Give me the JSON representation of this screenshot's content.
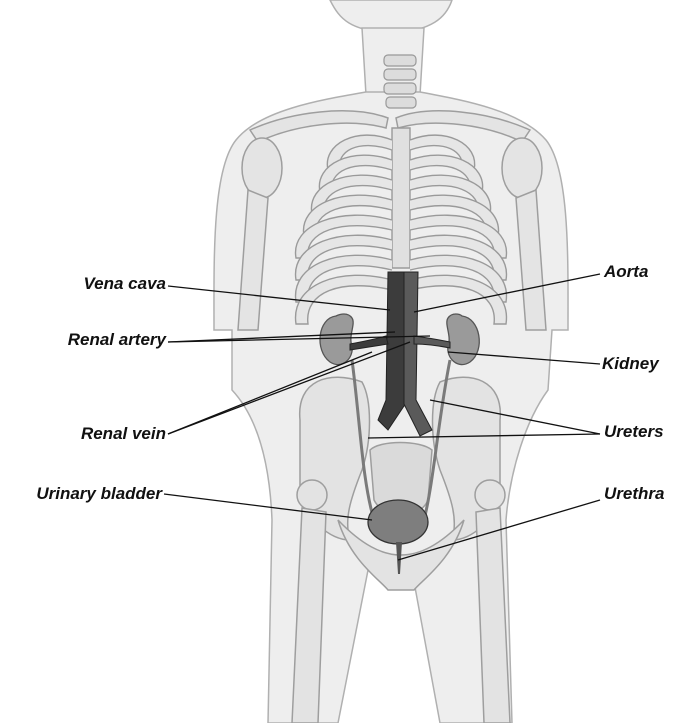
{
  "diagram": {
    "labels": {
      "vena_cava": "Vena cava",
      "renal_artery": "Renal artery",
      "renal_vein": "Renal vein",
      "urinary_bladder": "Urinary bladder",
      "aorta": "Aorta",
      "kidney": "Kidney",
      "ureters": "Ureters",
      "urethra": "Urethra"
    },
    "colors": {
      "body_fill": "#ececec",
      "bone_fill": "#e2e2e2",
      "outline": "#a8a8a8",
      "vessel_dark": "#3a3a3a",
      "organ_gray": "#8c8c8c",
      "leader_line": "#111111"
    }
  }
}
